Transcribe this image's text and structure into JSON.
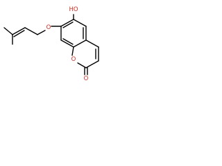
{
  "molecule": {
    "atom_labels": {
      "hydroxyl": "HO",
      "ether_oxygen": "O",
      "ring_oxygen": "O",
      "carbonyl_oxygen": "O"
    },
    "colors": {
      "bond": "#000000",
      "heteroatom": "#e0261c",
      "background": "#ffffff"
    }
  }
}
